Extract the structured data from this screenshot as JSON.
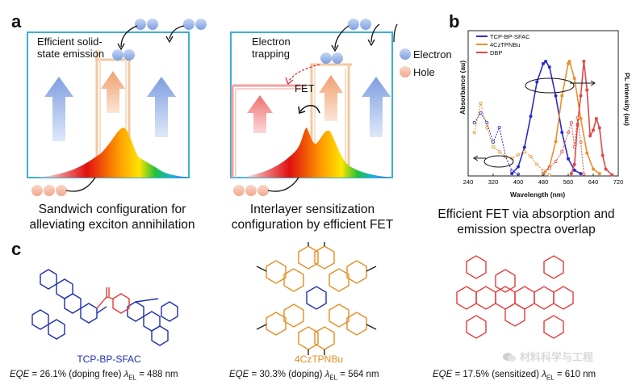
{
  "panel_a": {
    "letter": "a",
    "left_box": {
      "label": "Efficient solid-\nstate emission",
      "caption": "Sandwich configuration for\nalleviating exciton annihilation"
    },
    "right_box": {
      "label_trapping": "Electron\ntrapping",
      "label_fet": "FET",
      "caption": "Interlayer sensitization\nconfiguration by efficient FET"
    },
    "legend": {
      "electron": "Electron",
      "hole": "Hole"
    }
  },
  "panel_b": {
    "letter": "b",
    "caption": "Efficient FET via absorption and\nemission spectra overlap",
    "chart_data": {
      "type": "line",
      "xlabel": "Wavelength (nm)",
      "ylabel_left": "Absorbance (au)",
      "ylabel_right": "PL intensity (au)",
      "xlim": [
        240,
        720
      ],
      "x_ticks": [
        "240",
        "320",
        "400",
        "480",
        "560",
        "640",
        "720"
      ],
      "series": [
        {
          "name": "TCP-BP-SFAC",
          "color": "#2b2bd0",
          "pl_peak_nm": 488,
          "pl_x": [
            380,
            400,
            420,
            440,
            460,
            480,
            488,
            500,
            520,
            540,
            560,
            580,
            600
          ],
          "pl_y": [
            0.02,
            0.08,
            0.25,
            0.52,
            0.82,
            0.98,
            1.0,
            0.95,
            0.7,
            0.38,
            0.15,
            0.05,
            0.02
          ],
          "abs_x": [
            260,
            280,
            300,
            320,
            340,
            360,
            380,
            400
          ],
          "abs_y": [
            0.55,
            0.65,
            0.55,
            0.35,
            0.5,
            0.2,
            0.05,
            0.02
          ]
        },
        {
          "name": "4CzTPNBu",
          "color": "#e8902a",
          "pl_peak_nm": 564,
          "pl_x": [
            480,
            500,
            520,
            540,
            560,
            564,
            580,
            600,
            620,
            640,
            660
          ],
          "pl_y": [
            0.02,
            0.08,
            0.3,
            0.7,
            0.98,
            1.0,
            0.85,
            0.5,
            0.2,
            0.06,
            0.02
          ],
          "abs_x": [
            260,
            280,
            300,
            320,
            340,
            360,
            380,
            400,
            420,
            440,
            460,
            480,
            500
          ],
          "abs_y": [
            0.45,
            0.75,
            0.5,
            0.3,
            0.25,
            0.2,
            0.18,
            0.22,
            0.25,
            0.2,
            0.12,
            0.05,
            0.01
          ]
        },
        {
          "name": "DBP",
          "color": "#e04848",
          "pl_peak_nm": 610,
          "pl_x": [
            570,
            580,
            590,
            600,
            610,
            620,
            630,
            640,
            650,
            660,
            670,
            680,
            700
          ],
          "pl_y": [
            0.02,
            0.1,
            0.45,
            0.7,
            1.0,
            0.75,
            0.35,
            0.4,
            0.5,
            0.42,
            0.18,
            0.06,
            0.01
          ],
          "abs_x": [
            480,
            500,
            520,
            540,
            560,
            570,
            580,
            590,
            600,
            610
          ],
          "abs_y": [
            0.02,
            0.08,
            0.15,
            0.25,
            0.45,
            0.55,
            0.3,
            0.6,
            0.35,
            0.02
          ]
        }
      ]
    }
  },
  "panel_c": {
    "letter": "c",
    "molecules": [
      {
        "name": "TCP-BP-SFAC",
        "color": "#1f2fb0",
        "eqe_label": "EQE",
        "eqe_text": " = 26.1% (doping free)  ",
        "lambda": "λ",
        "lambda_sub": "EL",
        "lambda_text": " = 488 nm"
      },
      {
        "name": "4CzTPNBu",
        "color": "#e58c1e",
        "eqe_label": "EQE",
        "eqe_text": " = 30.3% (doping)  ",
        "lambda": "λ",
        "lambda_sub": "EL",
        "lambda_text": " = 564 nm"
      },
      {
        "name": "",
        "color": "#e53b3b",
        "eqe_label": "EQE",
        "eqe_text": " = 17.5% (sensitized)  ",
        "lambda": "λ",
        "lambda_sub": "EL",
        "lambda_text": " = 610 nm"
      }
    ]
  },
  "watermark": "材料科学与工程"
}
